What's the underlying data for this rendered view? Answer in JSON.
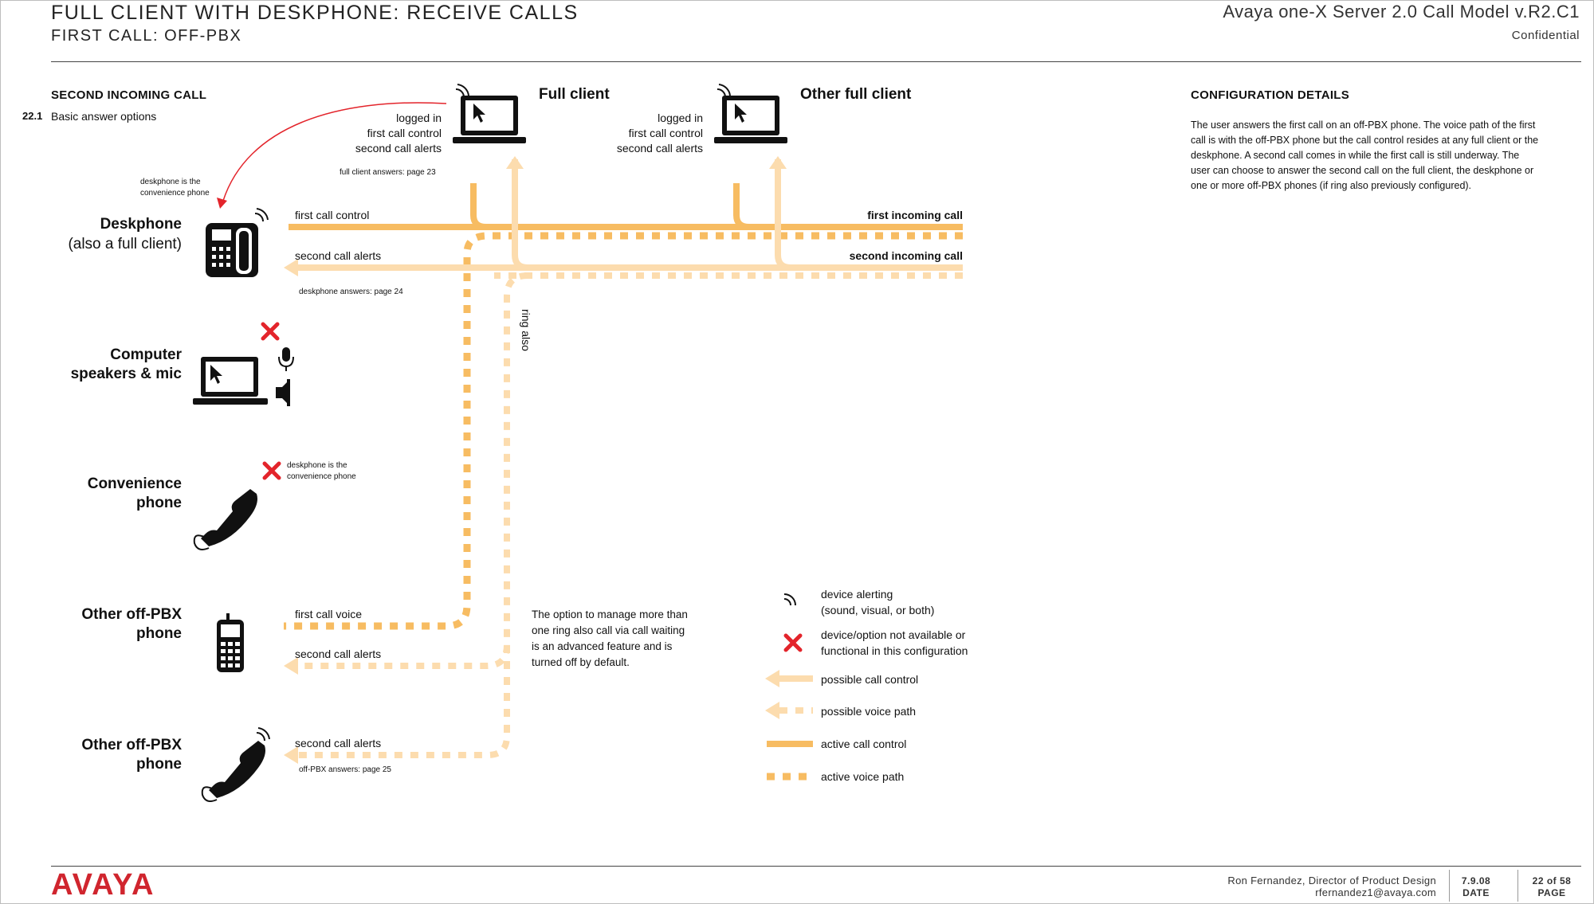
{
  "header": {
    "title": "FULL CLIENT WITH DESKPHONE: RECEIVE CALLS",
    "subtitle": "FIRST CALL: OFF-PBX",
    "doc_title": "Avaya one-X Server 2.0 Call Model v.R2.C1",
    "confidential": "Confidential"
  },
  "left_section": {
    "heading": "SECOND INCOMING CALL",
    "item_number": "22.1",
    "item_label": "Basic answer options"
  },
  "config": {
    "heading": "CONFIGURATION DETAILS",
    "text": "The user answers the first call on an off-PBX phone. The voice path of the first call is with the off-PBX phone but the call control resides at any full client or the deskphone. A second call comes in while the first call is still underway. The user can choose to answer the second call on the full client, the deskphone or one or more off-PBX phones (if ring also previously configured)."
  },
  "clients": {
    "full_client": {
      "name": "Full client",
      "status": [
        "logged in",
        "first call control",
        "second call alerts"
      ],
      "answers": "full client answers: page 23"
    },
    "other_full_client": {
      "name": "Other full client",
      "status": [
        "logged in",
        "first call control",
        "second call alerts"
      ]
    }
  },
  "devices": {
    "deskphone": {
      "name": "Deskphone",
      "sub": "(also a full client)",
      "note": [
        "deskphone is the",
        "convenience phone"
      ]
    },
    "computer": {
      "name": [
        "Computer",
        "speakers & mic"
      ]
    },
    "convenience": {
      "name": [
        "Convenience",
        "phone"
      ],
      "note": [
        "deskphone is the",
        "convenience phone"
      ]
    },
    "offpbx1": {
      "name": [
        "Other off-PBX",
        "phone"
      ]
    },
    "offpbx2": {
      "name": [
        "Other off-PBX",
        "phone"
      ]
    }
  },
  "lines": {
    "first_call_control": "first call control",
    "first_incoming_call": "first incoming call",
    "second_call_alerts": "second call alerts",
    "second_incoming_call": "second incoming call",
    "deskphone_answers": "deskphone answers: page 24",
    "ring_also": "ring also",
    "first_call_voice": "first call voice",
    "second_call_alerts_offpbx1": "second call alerts",
    "second_call_alerts_offpbx2": "second call alerts",
    "offpbx_answers": "off-PBX answers: page 25"
  },
  "note": "The option to manage more than one ring also call via call waiting is an advanced feature and is turned off by default.",
  "legend": [
    {
      "icon": "alerting-icon",
      "text": [
        "device alerting",
        "(sound, visual, or both)"
      ]
    },
    {
      "icon": "unavailable-x-icon",
      "text": [
        "device/option not available or",
        "functional in this configuration"
      ]
    },
    {
      "icon": "possible-call-control-swatch",
      "text": [
        "possible call control"
      ]
    },
    {
      "icon": "possible-voice-path-swatch",
      "text": [
        "possible voice path"
      ]
    },
    {
      "icon": "active-call-control-swatch",
      "text": [
        "active call control"
      ]
    },
    {
      "icon": "active-voice-path-swatch",
      "text": [
        "active voice path"
      ]
    }
  ],
  "colors": {
    "active": "#f7bc62",
    "possible": "#fcdcae",
    "unavailable": "#e3242b",
    "brand": "#d0252e"
  },
  "footer": {
    "logo": "AVAYA",
    "author": "Ron Fernandez, Director of Product Design",
    "email": "rfernandez1@avaya.com",
    "date_value": "7.9.08",
    "date_label": "DATE",
    "page_value": "22 of 58",
    "page_label": "PAGE"
  }
}
